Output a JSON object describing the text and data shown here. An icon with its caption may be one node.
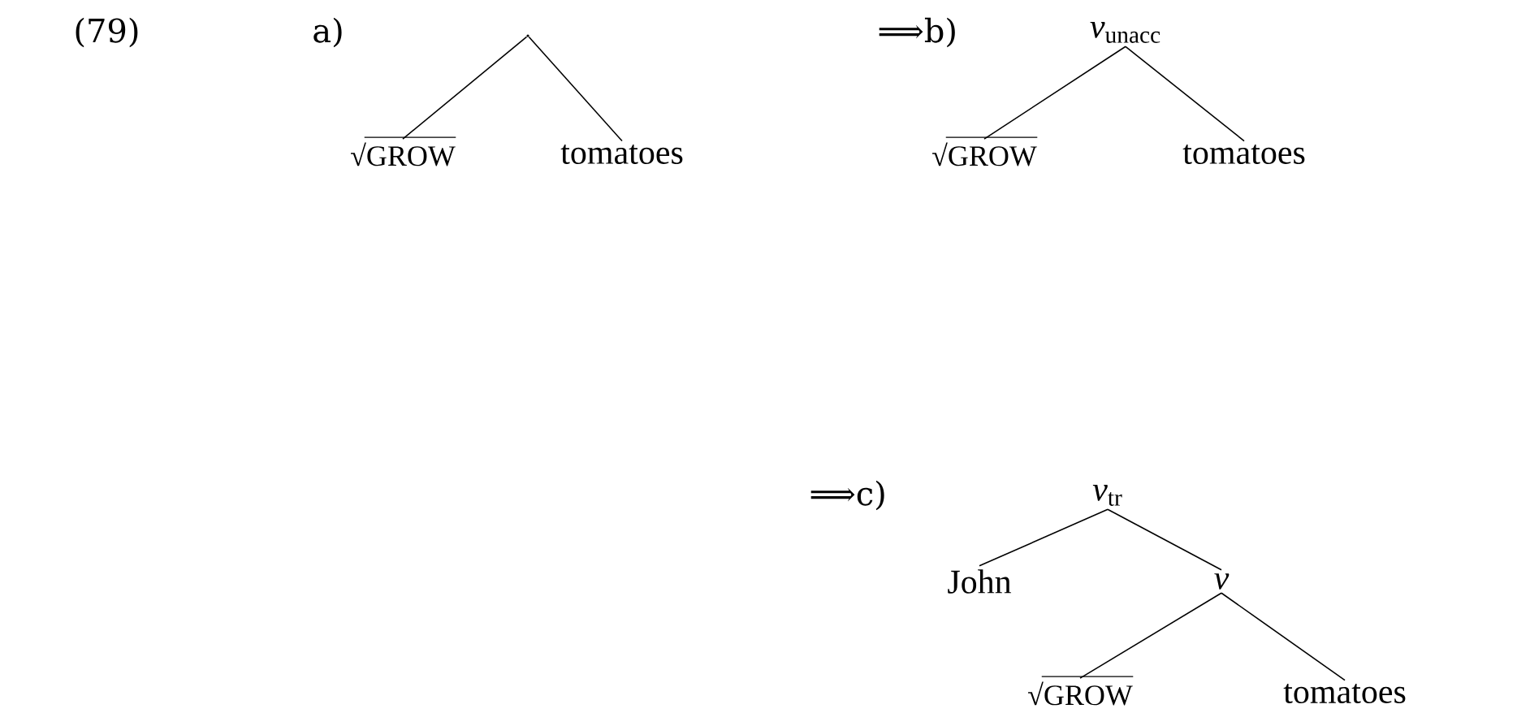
{
  "diagram": {
    "nodes": [
      {
        "text": [],
        "shape": "point"
      },
      {
        "text": [
          "√GROW"
        ]
      },
      {
        "text": [
          "tomatoes"
        ]
      },
      {
        "text": [
          "*v*$_{unacc}$"
        ]
      },
      {
        "text": [
          "√GROW"
        ]
      },
      {
        "text": [
          "tomatoes"
        ]
      },
      {
        "text": [
          "*v*$_{tr}$"
        ]
      },
      {
        "text": [
          "John"
        ]
      },
      {
        "text": [
          "*v*"
        ]
      },
      {
        "text": [
          "√GROW"
        ]
      },
      {
        "text": [
          "tomatoes"
        ]
      }
    ],
    "edges": [
      {
        "from": 0,
        "to": 1,
        "arrow": "none"
      },
      {
        "from": 0,
        "to": 2,
        "arrow": "none"
      },
      {
        "from": 3,
        "to": 4,
        "arrow": "none"
      },
      {
        "from": 3,
        "to": 5,
        "arrow": "none"
      },
      {
        "from": 6,
        "to": 7,
        "arrow": "none"
      },
      {
        "from": 6,
        "to": 8,
        "arrow": "none"
      },
      {
        "from": 8,
        "to": 9,
        "arrow": "none"
      },
      {
        "from": 8,
        "to": 10,
        "arrow": "none"
      }
    ],
    "labels": [
      "(79)",
      "a)",
      "⟹b)",
      "⟹c)"
    ]
  }
}
